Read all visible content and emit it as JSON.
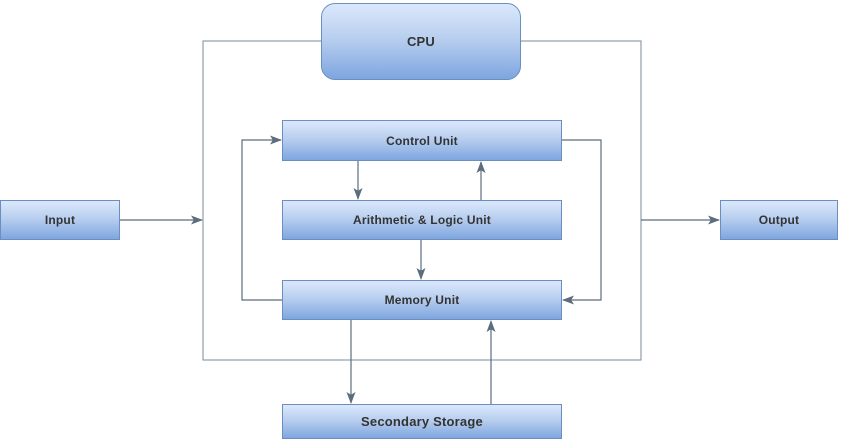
{
  "diagram": {
    "type": "block-diagram",
    "subject": "CPU architecture",
    "nodes": {
      "cpu": {
        "label": "CPU"
      },
      "control_unit": {
        "label": "Control Unit"
      },
      "alu": {
        "label": "Arithmetic & Logic Unit"
      },
      "memory_unit": {
        "label": "Memory Unit"
      },
      "input": {
        "label": "Input"
      },
      "output": {
        "label": "Output"
      },
      "secondary_storage": {
        "label": "Secondary Storage"
      }
    },
    "edges": [
      {
        "from": "input",
        "to": "cpu_boundary",
        "arrow": "right"
      },
      {
        "from": "cpu_boundary",
        "to": "output",
        "arrow": "right"
      },
      {
        "from": "control_unit",
        "to": "alu",
        "arrow": "down"
      },
      {
        "from": "alu",
        "to": "control_unit",
        "arrow": "up"
      },
      {
        "from": "alu",
        "to": "memory_unit",
        "arrow": "down"
      },
      {
        "from": "memory_unit",
        "to": "control_unit",
        "arrow": "left-loop"
      },
      {
        "from": "control_unit",
        "to": "memory_unit",
        "arrow": "right-loop"
      },
      {
        "from": "memory_unit",
        "to": "secondary_storage",
        "arrow": "down"
      },
      {
        "from": "secondary_storage",
        "to": "memory_unit",
        "arrow": "up"
      }
    ],
    "colors": {
      "node_fill_top": "#dae8fc",
      "node_fill_bottom": "#7ea6e0",
      "node_border": "#6c8ebf",
      "edge_stroke": "#5c6d7e",
      "text": "#333333",
      "background": "#ffffff"
    }
  }
}
